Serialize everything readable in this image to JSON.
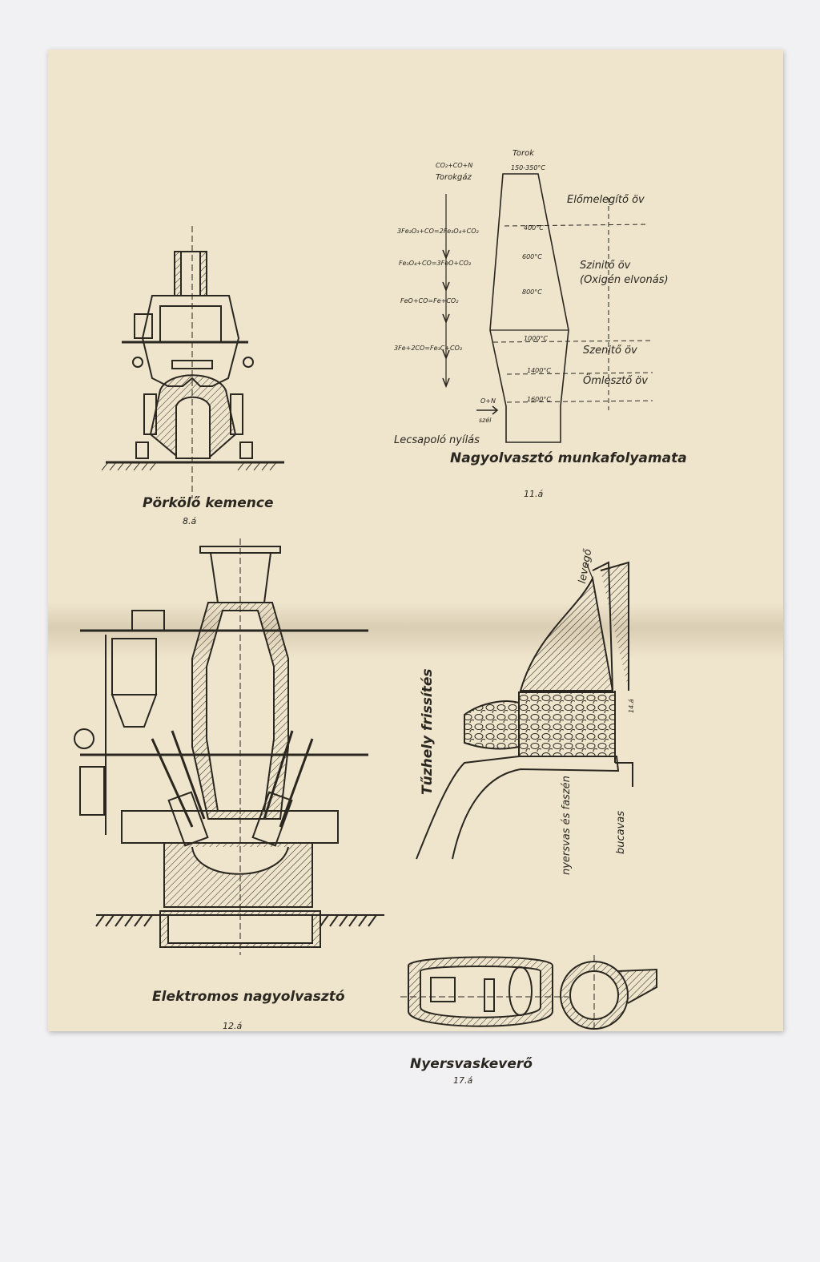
{
  "figures": {
    "porkolo": {
      "caption": "Pörkölő kemence",
      "number": "8.á"
    },
    "nagyolvaszto": {
      "caption": "Nagyolvasztó munkafolyamata",
      "number": "11.á",
      "top_gas": {
        "formula": "CO₂+CO+N",
        "label": "Torokgáz"
      },
      "throat": {
        "label": "Torok",
        "temp": "150-350°C"
      },
      "reactions": [
        "3Fe₂O₃+CO=2Fe₃O₄+CO₂",
        "Fe₃O₄+CO=3FeO+CO₂",
        "FeO+CO=Fe+CO₂",
        "3Fe+2CO=Fe₃C+CO₂"
      ],
      "temperatures": [
        "400°C",
        "600°C",
        "800°C",
        "1000°C",
        "1400°C",
        "1600°C"
      ],
      "zones": [
        "Előmelegítő öv",
        "Szinitő öv",
        "(Oxigén elvonás)",
        "Szenitő öv",
        "Ömlesztő öv"
      ],
      "wind": {
        "formula": "O+N",
        "label": "szél"
      },
      "tap": "Lecsapoló nyílás"
    },
    "elektromos": {
      "caption": "Elektromos nagyolvasztó",
      "number": "12.á"
    },
    "tuzhely": {
      "caption": "Tűzhely frissítés",
      "air": "levegő",
      "labels": [
        "nyersvas és faszén",
        "bucavas"
      ],
      "number": "14.á"
    },
    "nyersvaskevero": {
      "caption": "Nyersvaskeverő",
      "number": "17.á"
    }
  }
}
